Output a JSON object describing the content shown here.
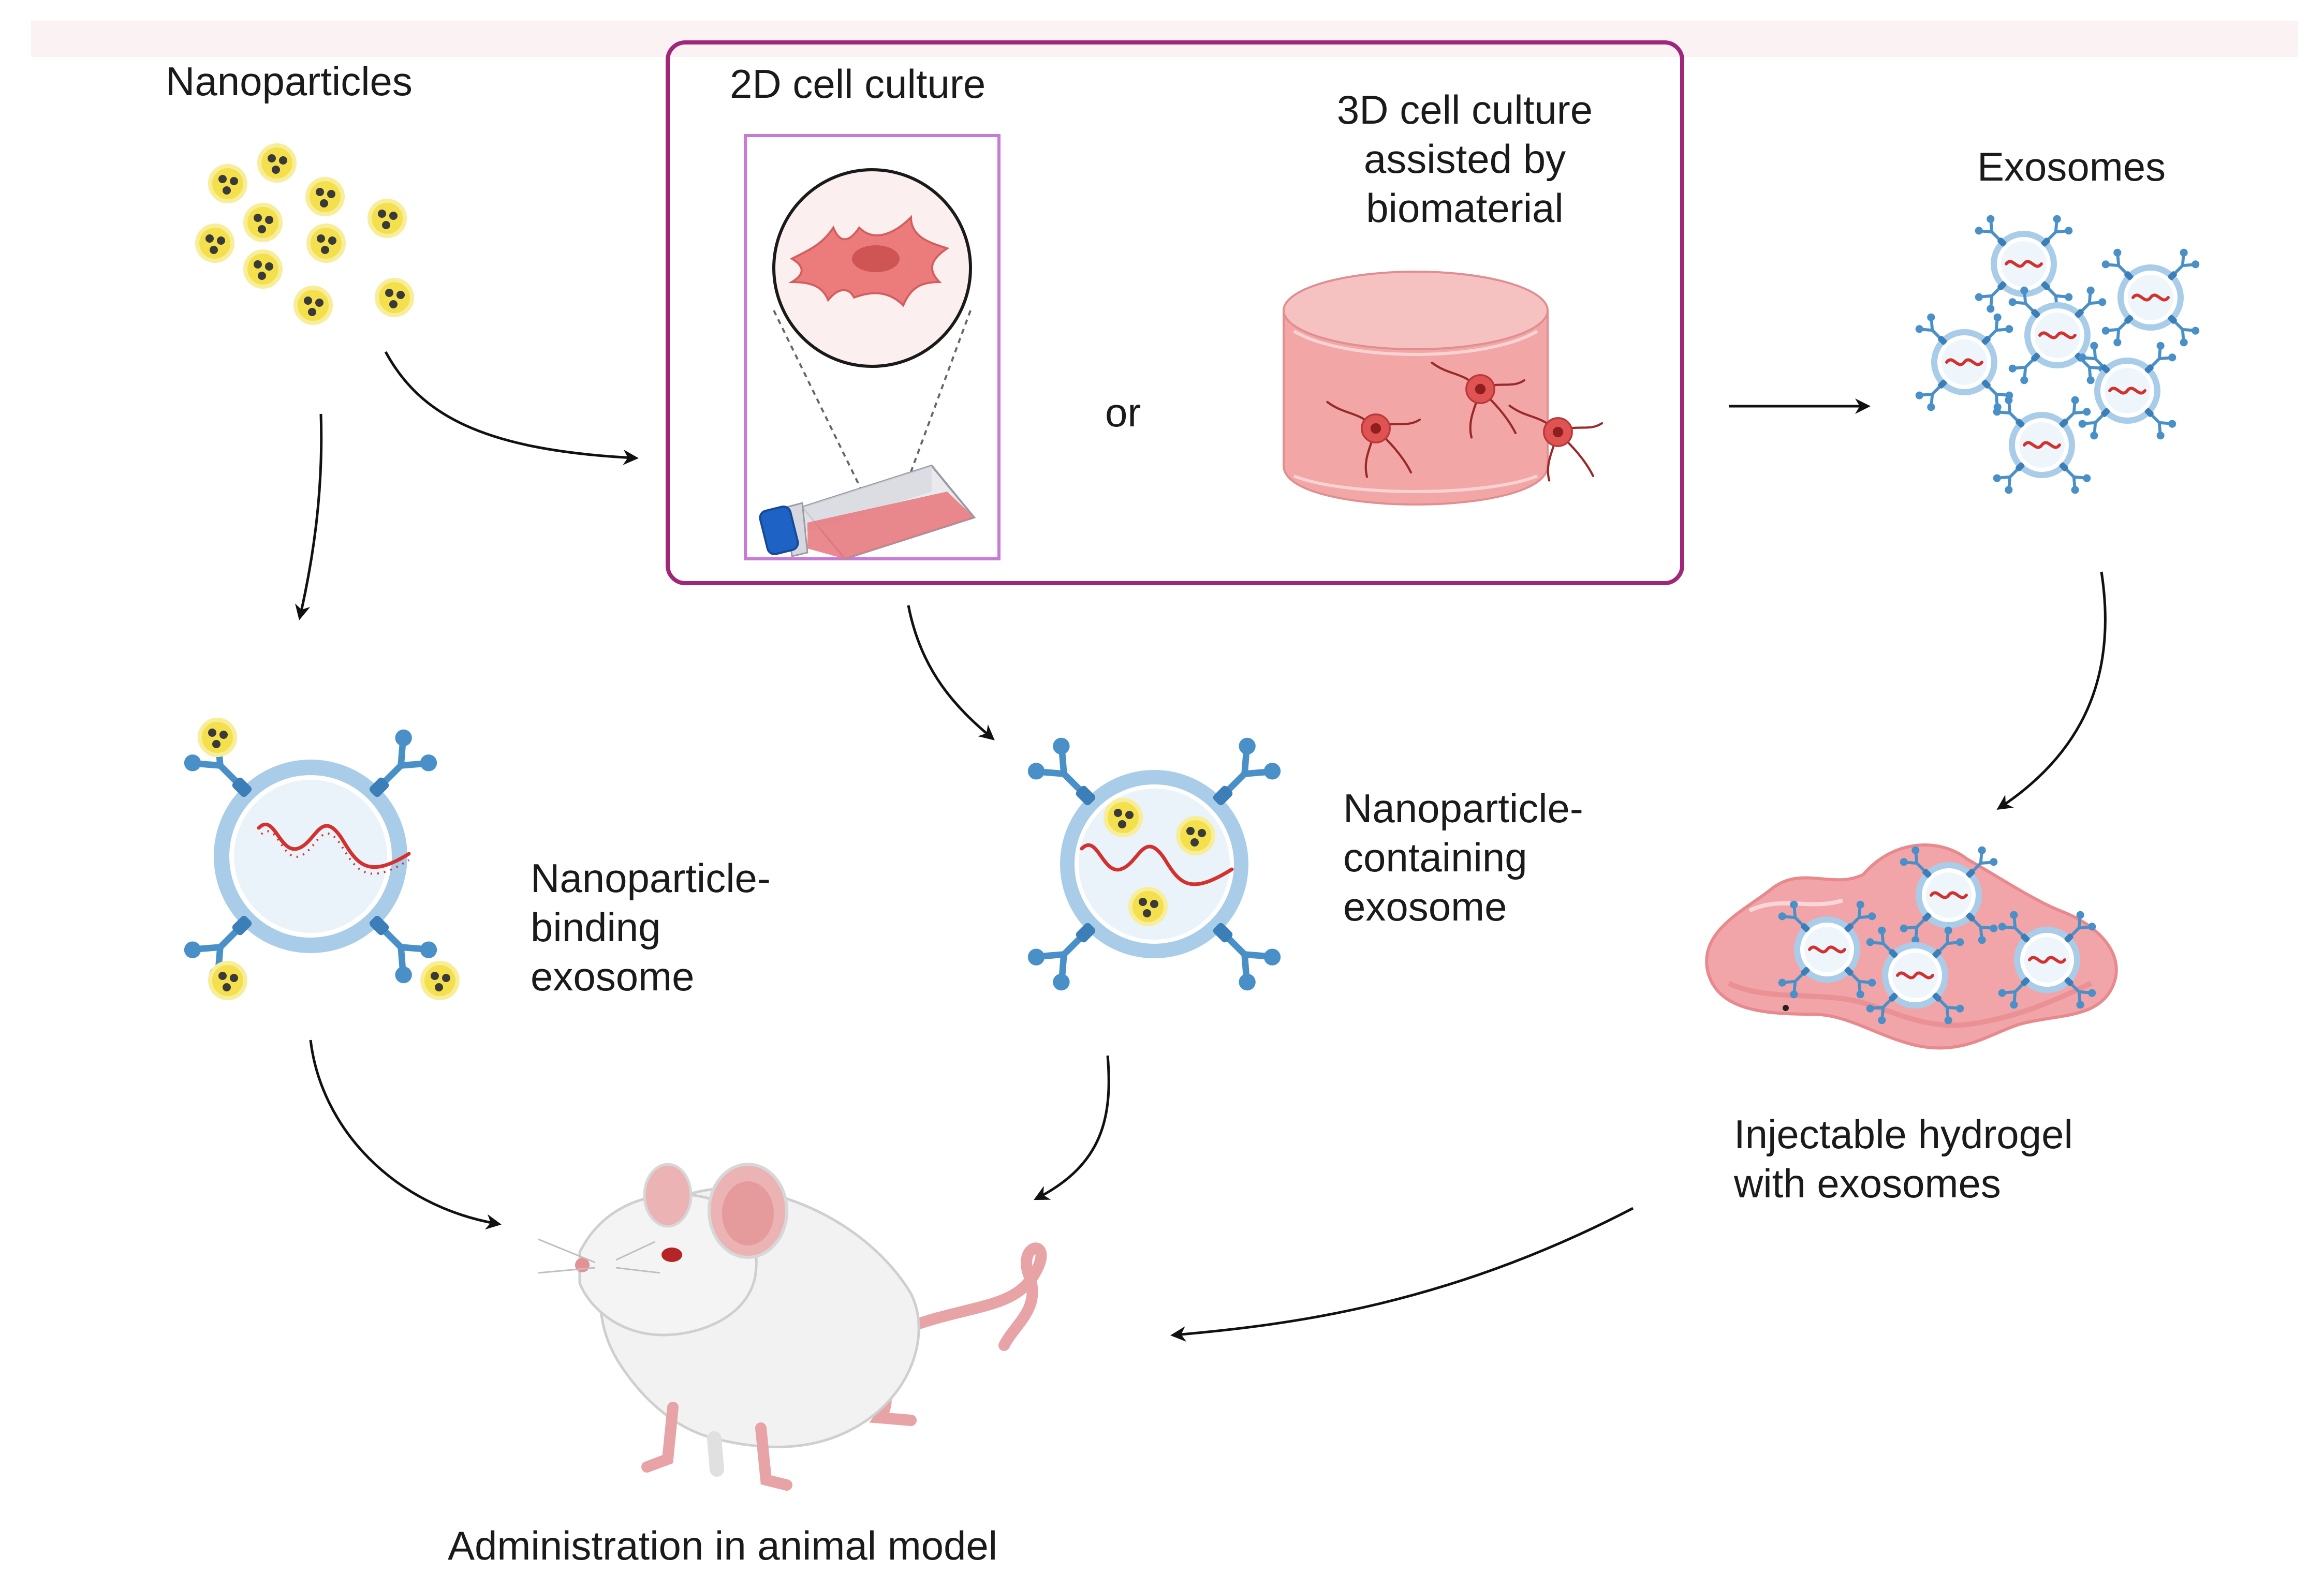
{
  "labels": {
    "nanoparticles": "Nanoparticles",
    "culture_2d": "2D cell culture",
    "culture_3d": [
      "3D cell culture",
      "assisted by",
      "biomaterial"
    ],
    "or": "or",
    "exosomes": "Exosomes",
    "np_binding": [
      "Nanoparticle-",
      "binding",
      "exosome"
    ],
    "np_containing": [
      "Nanoparticle-",
      "containing",
      "exosome"
    ],
    "hydrogel": [
      "Injectable hydrogel",
      "with exosomes"
    ],
    "administration": "Administration in animal model"
  },
  "colors": {
    "frame_border": "#a0267a",
    "flask_frame": "#c77ad8",
    "nanoparticle": "#f4e04d",
    "nanoparticle_core": "#3a3a3a",
    "exosome_fill": "#e6f1fa",
    "exosome_ring": "#a9cde9",
    "receptor": "#4a90c8",
    "rna": "#d3312f",
    "cell": "#ec7c7c",
    "hydrogel": "#f2a5a8",
    "mouse": "#f2f2f2",
    "arrow": "#111111"
  },
  "icons": [
    "nanoparticle-icon",
    "cell-icon",
    "culture-flask-icon",
    "scaffold-icon",
    "exosome-icon",
    "hydrogel-icon",
    "mouse-icon",
    "arrow-icon"
  ]
}
